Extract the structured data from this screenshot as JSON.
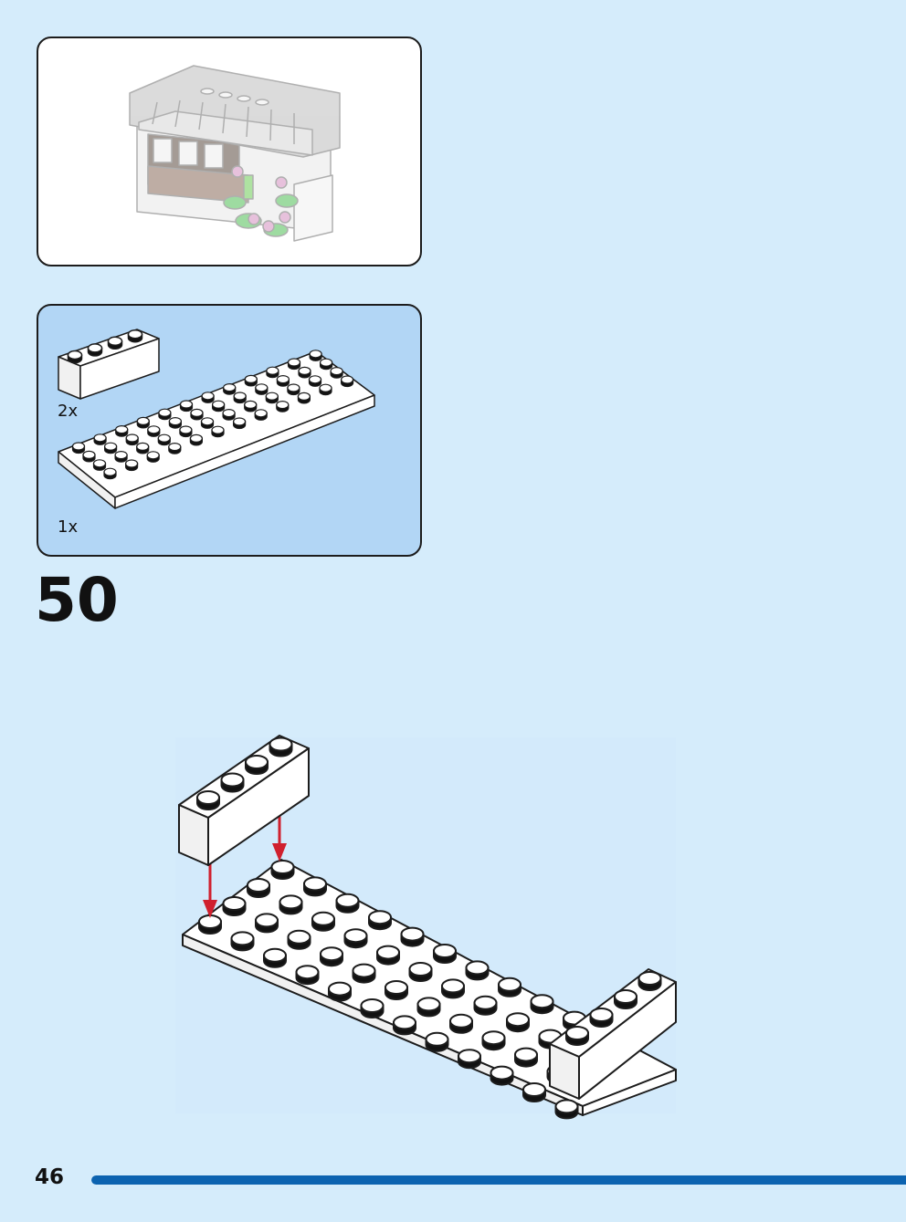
{
  "step": {
    "number": "50"
  },
  "page": {
    "number": "46"
  },
  "parts": [
    {
      "part": "brick-1x4-white",
      "quantity": "2x"
    },
    {
      "part": "plate-4x12-white",
      "quantity": "1x"
    }
  ],
  "progress": {
    "fraction": 1.0
  },
  "colors": {
    "background": "#d5ecfb",
    "parts_panel": "#b2d6f5",
    "progress": "#0c63b0",
    "arrow": "#d0202e",
    "brick": "#ffffff",
    "outline": "#1c1c1c"
  }
}
